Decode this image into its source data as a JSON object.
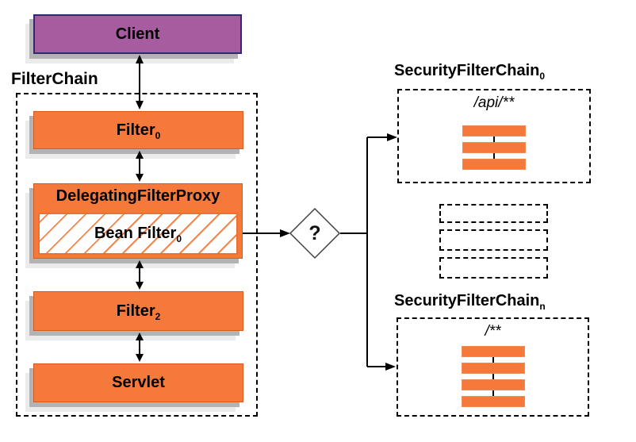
{
  "colors": {
    "orange": "#f4793b",
    "orange_border": "#d65a1e",
    "hatch_orange": "#f0854f",
    "purple": "#a65c9f",
    "purple_border": "#2d2b70",
    "shadow_gray": "#b3b3b3",
    "line_black": "#000000"
  },
  "client": {
    "label": "Client"
  },
  "filter_chain": {
    "title": "FilterChain",
    "filter0": {
      "label": "Filter",
      "sub": "0"
    },
    "proxy": {
      "label": "DelegatingFilterProxy",
      "bean": {
        "label": "Bean Filter",
        "sub": "0"
      }
    },
    "filter2": {
      "label": "Filter",
      "sub": "2"
    },
    "servlet": {
      "label": "Servlet"
    }
  },
  "decision": {
    "label": "?"
  },
  "security_chain_0": {
    "title": "SecurityFilterChain",
    "sub": "0",
    "pattern": "/api/**",
    "bar_count": 3
  },
  "elided_chains": {
    "count": 3
  },
  "security_chain_n": {
    "title": "SecurityFilterChain",
    "sub": "n",
    "pattern": "/**",
    "bar_count": 4
  }
}
